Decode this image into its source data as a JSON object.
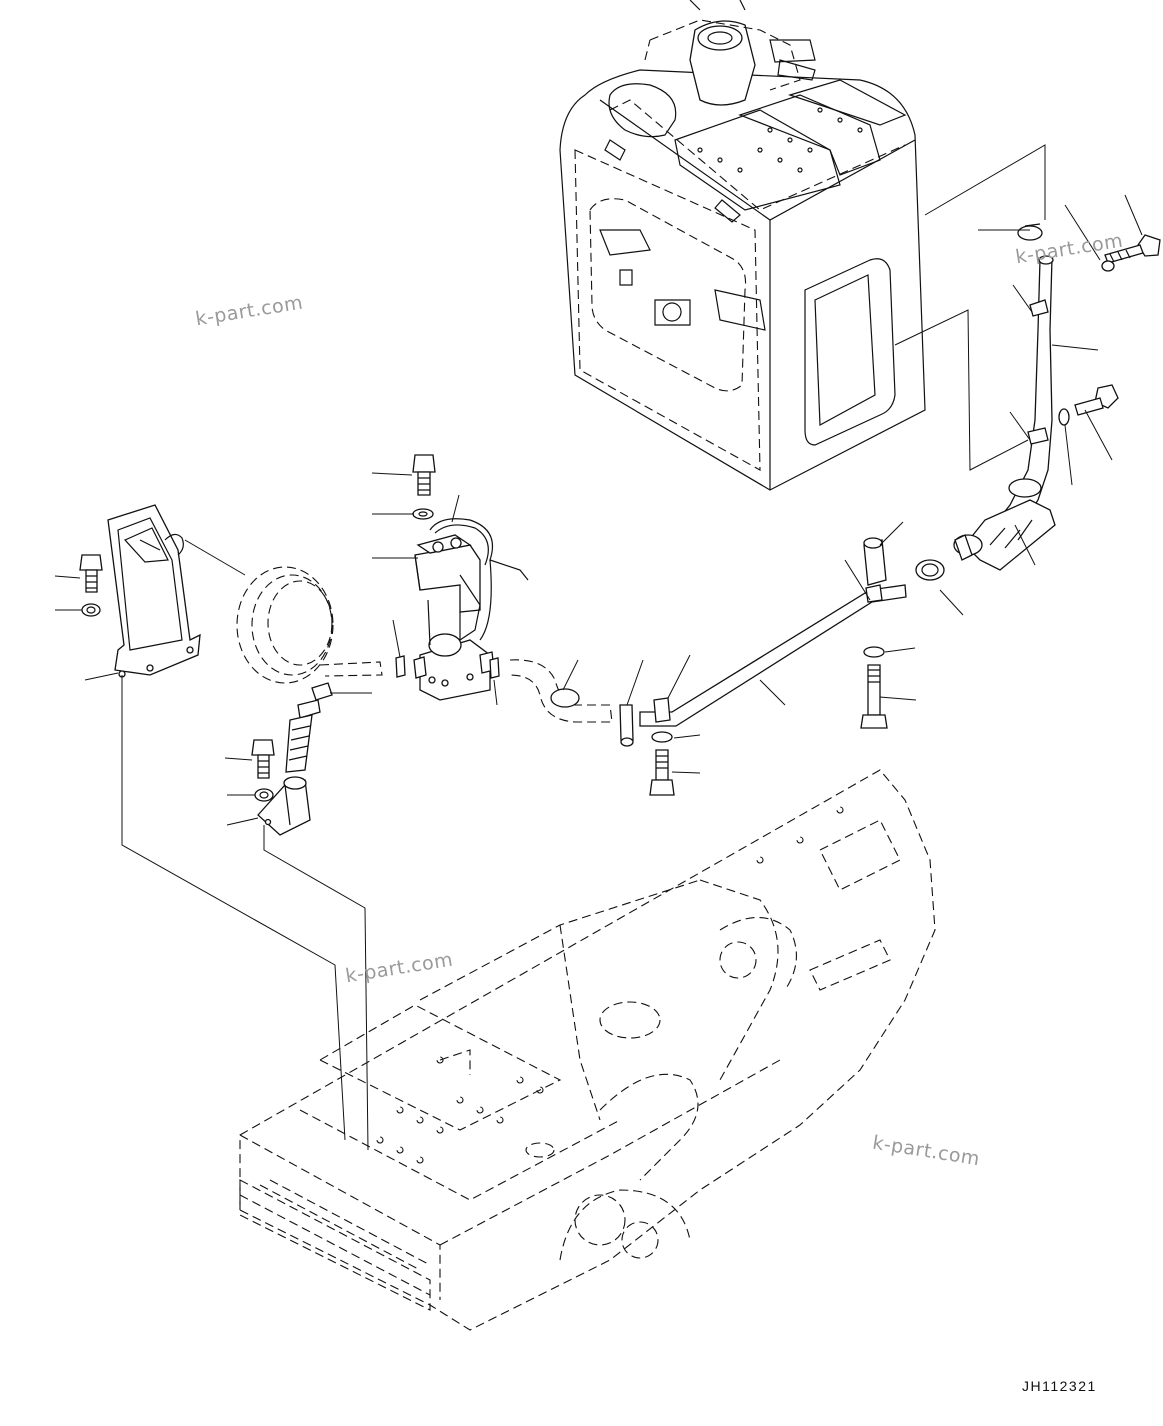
{
  "watermarks": [
    "k-part.com",
    "k-part.com",
    "k-part.com",
    "k-part.com"
  ],
  "drawing_code": "JH112321"
}
